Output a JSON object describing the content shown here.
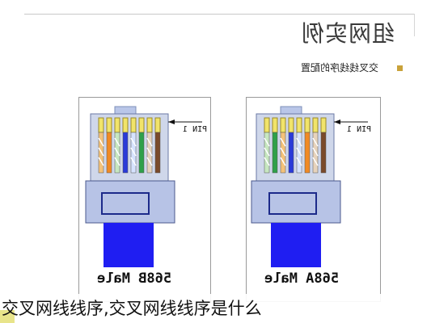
{
  "slide": {
    "title": "组网实例",
    "bullet": "交叉线线序的配置",
    "accent_color": "#c9a23a"
  },
  "connectors": [
    {
      "label": "568B Male",
      "pin_label": "PIN 1",
      "wires": [
        "#f3c27a",
        "#f08a24",
        "#c7e7c0",
        "#2a3ad8",
        "#d6e3ff",
        "#2fa04a",
        "#e7d3bc",
        "#7a4a2a"
      ],
      "stripe": [
        true,
        false,
        true,
        false,
        true,
        false,
        true,
        false
      ]
    },
    {
      "label": "568A Male",
      "pin_label": "PIN 1",
      "wires": [
        "#c7e7c0",
        "#2fa04a",
        "#f3c27a",
        "#2a3ad8",
        "#d6e3ff",
        "#f08a24",
        "#e7d3bc",
        "#7a4a2a"
      ],
      "stripe": [
        true,
        false,
        true,
        false,
        true,
        false,
        true,
        false
      ]
    }
  ],
  "caption": "交叉网线线序,交叉网线线序是什么"
}
